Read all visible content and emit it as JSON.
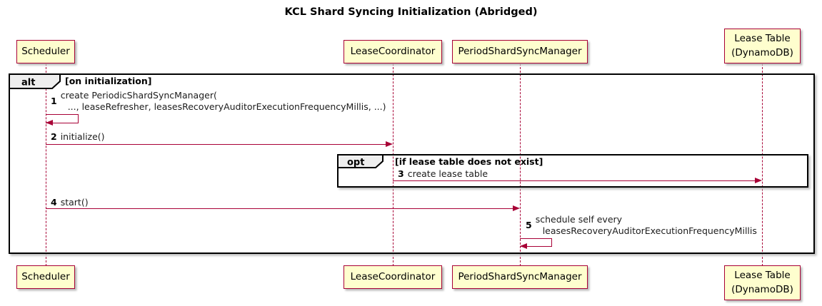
{
  "title": "KCL Shard Syncing Initialization (Abridged)",
  "colors": {
    "participant_fill": "#FEFECE",
    "participant_border": "#A80036",
    "arrow": "#A80036",
    "frame_border": "#000000",
    "frame_tab_fill": "#EEEEEE"
  },
  "participants": [
    {
      "id": "scheduler",
      "lines": [
        "Scheduler"
      ]
    },
    {
      "id": "lease-coordinator",
      "lines": [
        "LeaseCoordinator"
      ]
    },
    {
      "id": "period-shard-sync-manager",
      "lines": [
        "PeriodShardSyncManager"
      ]
    },
    {
      "id": "lease-table",
      "lines": [
        "Lease Table",
        "(DynamoDB)"
      ]
    }
  ],
  "frames": {
    "alt": {
      "operator": "alt",
      "guard": "[on initialization]"
    },
    "opt": {
      "operator": "opt",
      "guard": "[if lease table does not exist]"
    }
  },
  "messages": {
    "m1": {
      "num": "1",
      "line1": "create PeriodicShardSyncManager(",
      "line2": "..., leaseRefresher, leasesRecoveryAuditorExecutionFrequencyMillis, ...)"
    },
    "m2": {
      "num": "2",
      "text": "initialize()"
    },
    "m3": {
      "num": "3",
      "text": "create lease table"
    },
    "m4": {
      "num": "4",
      "text": "start()"
    },
    "m5": {
      "num": "5",
      "line1": "schedule self every",
      "line2": "leasesRecoveryAuditorExecutionFrequencyMillis"
    }
  }
}
